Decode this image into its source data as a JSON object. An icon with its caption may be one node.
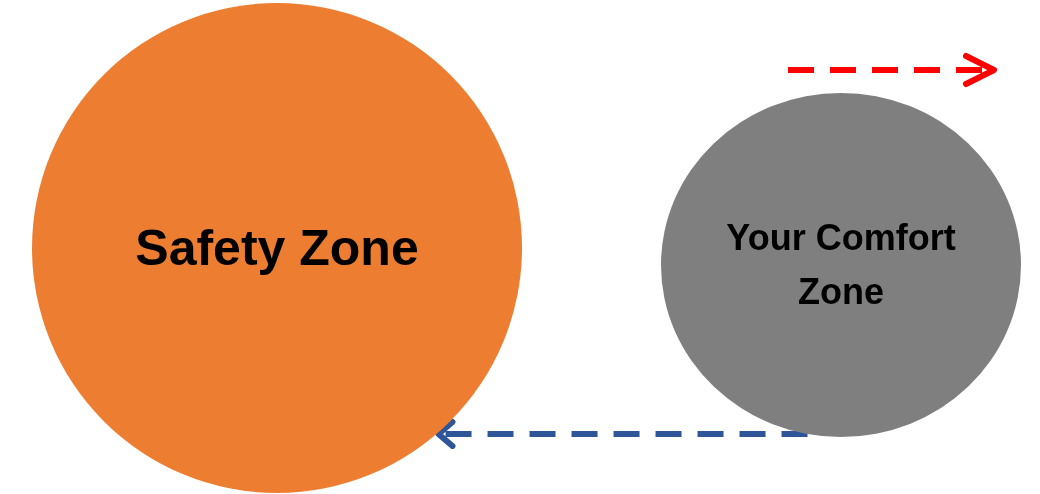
{
  "diagram": {
    "nodes": [
      {
        "text": [
          "Safety Zone"
        ]
      },
      {
        "text": [
          "Your Comfort Zone"
        ]
      }
    ],
    "edges": [
      {
        "from": 1,
        "to": 0,
        "arrow": "to",
        "style": "dashed",
        "color": "#2e5597"
      }
    ]
  }
}
